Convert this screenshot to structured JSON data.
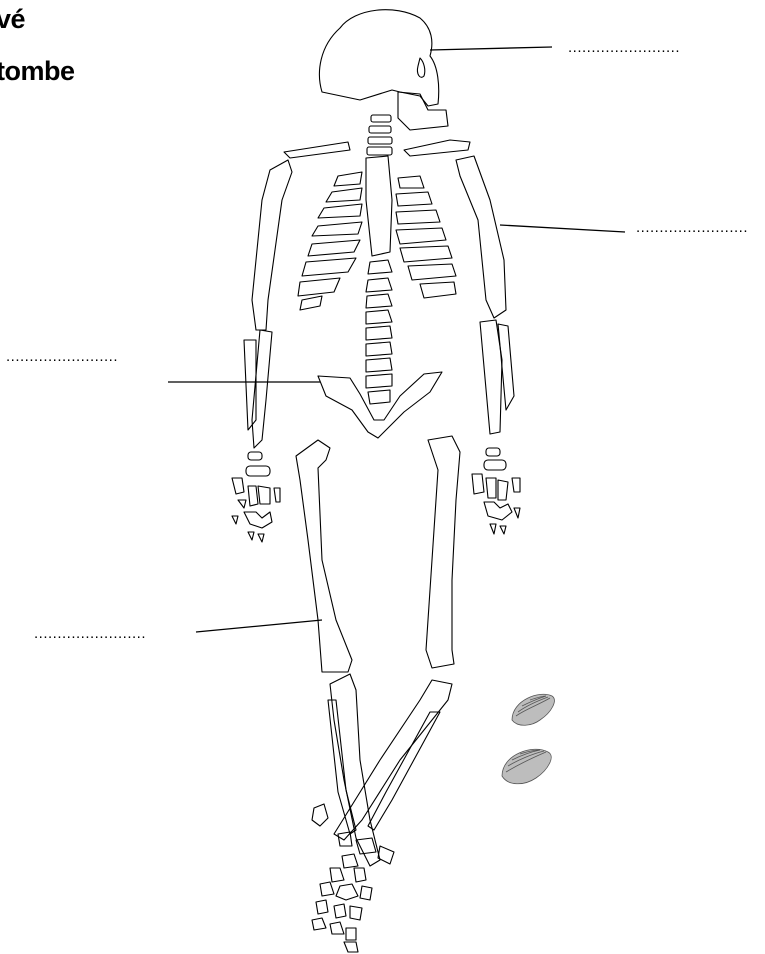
{
  "title": {
    "line1": "vé",
    "line2": "tombe"
  },
  "labels": [
    {
      "id": "skull",
      "text": "........................"
    },
    {
      "id": "arm",
      "text": "........................"
    },
    {
      "id": "pelvis",
      "text": "........................"
    },
    {
      "id": "femur",
      "text": "........................"
    }
  ],
  "colors": {
    "stroke": "#000000",
    "background": "#ffffff",
    "shell": "#9a9a9a"
  }
}
